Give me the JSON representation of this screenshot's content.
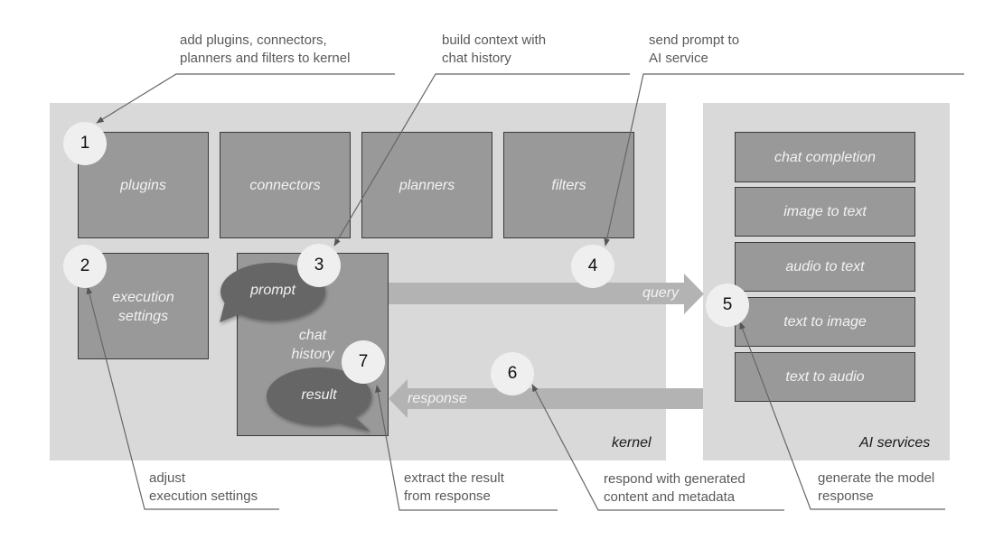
{
  "kernel": {
    "label": "kernel",
    "components": [
      "plugins",
      "connectors",
      "planners",
      "filters"
    ],
    "execution_settings": "execution settings",
    "chat_history": "chat history",
    "prompt": "prompt",
    "result": "result"
  },
  "ai_services": {
    "label": "AI services",
    "items": [
      "chat completion",
      "image to text",
      "audio to text",
      "text to image",
      "text to audio"
    ]
  },
  "flows": {
    "query": "query",
    "response": "response"
  },
  "steps": [
    {
      "number": "1",
      "callout": [
        "add plugins, connectors,",
        "planners and filters to kernel"
      ]
    },
    {
      "number": "2",
      "callout": [
        "adjust",
        "execution settings"
      ]
    },
    {
      "number": "3",
      "callout": [
        "build context with",
        "chat history"
      ]
    },
    {
      "number": "4",
      "callout": [
        "send prompt to",
        "AI service"
      ]
    },
    {
      "number": "5",
      "callout": [
        "generate the model",
        "response"
      ]
    },
    {
      "number": "6",
      "callout": [
        "respond with generated",
        "content and metadata"
      ]
    },
    {
      "number": "7",
      "callout": [
        "extract the result",
        "from response"
      ]
    }
  ],
  "colors": {
    "panel": "#d9d9d9",
    "box": "#999999",
    "bubble": "#666666",
    "arrow": "#b3b3b3",
    "circle": "#efefef",
    "callout_text": "#595959"
  }
}
